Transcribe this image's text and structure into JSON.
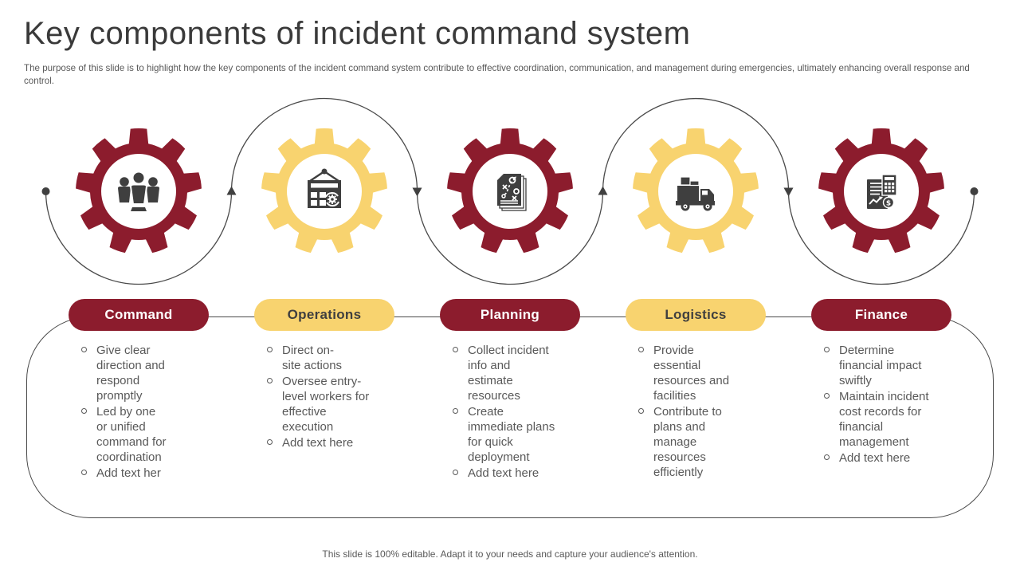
{
  "title": "Key components of incident command system",
  "subtitle": "The purpose of this slide is to highlight how the key components of the incident command system contribute to effective coordination, communication, and management during emergencies, ultimately enhancing overall response and control.",
  "footer": "This slide is 100% editable. Adapt it to your needs and capture your audience's attention.",
  "colors": {
    "red": "#8C1C2D",
    "yellow": "#F8D36F",
    "icon_gray": "#3F3F3F",
    "text_gray": "#595959",
    "line": "#4A4A4A"
  },
  "columns": [
    {
      "title": "Command",
      "color": "red",
      "icon": "team-icon",
      "bullets": [
        "Give clear\ndirection and\nrespond\npromptly",
        "Led by one\nor unified\ncommand for\ncoordination",
        "Add text her"
      ]
    },
    {
      "title": "Operations",
      "color": "yellow",
      "icon": "calendar-gear-icon",
      "bullets": [
        "Direct on-\nsite actions",
        "Oversee entry-\nlevel workers for\neffective\nexecution",
        "Add text here"
      ]
    },
    {
      "title": "Planning",
      "color": "red",
      "icon": "strategy-plan-icon",
      "bullets": [
        "Collect incident\ninfo and\nestimate\nresources",
        "Create\nimmediate plans\nfor quick\ndeployment",
        "Add text here"
      ]
    },
    {
      "title": "Logistics",
      "color": "yellow",
      "icon": "delivery-truck-icon",
      "bullets": [
        "Provide\nessential\nresources and\nfacilities",
        "Contribute to\nplans and\nmanage\nresources\nefficiently"
      ]
    },
    {
      "title": "Finance",
      "color": "red",
      "icon": "financial-report-icon",
      "bullets": [
        "Determine\nfinancial impact\nswiftly",
        "Maintain incident\ncost records for\nfinancial\nmanagement",
        "Add text here"
      ]
    }
  ]
}
